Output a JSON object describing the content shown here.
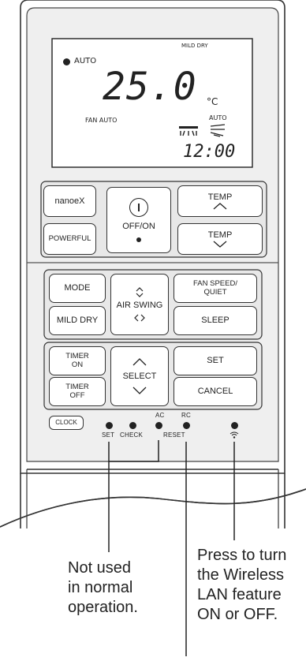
{
  "lcd": {
    "mode_label": "MILD DRY",
    "auto_label": "AUTO",
    "temperature": "25.0",
    "unit": "°C",
    "fan_label": "FAN AUTO",
    "swing_label": "AUTO",
    "time": "12:00"
  },
  "buttons": {
    "nanoe": "nanoeX",
    "onoff": "OFF/ON",
    "temp": "TEMP",
    "powerful": "POWERFUL",
    "mode": "MODE",
    "air_swing": "AIR SWING",
    "fan_speed": "FAN SPEED/\nQUIET",
    "mild_dry": "MILD DRY",
    "sleep": "SLEEP",
    "timer_on": "TIMER\nON",
    "timer_off": "TIMER\nOFF",
    "select": "SELECT",
    "set": "SET",
    "cancel": "CANCEL",
    "clock": "CLOCK"
  },
  "small_buttons": {
    "set": "SET",
    "check": "CHECK",
    "ac_top": "AC",
    "ac_bottom": "RESET",
    "rc_top": "RC",
    "wifi_icon": "wifi-icon"
  },
  "callouts": {
    "left": "Not used\nin normal\noperation.",
    "right": "Press to turn\nthe Wireless\nLAN feature\nON or OFF."
  }
}
